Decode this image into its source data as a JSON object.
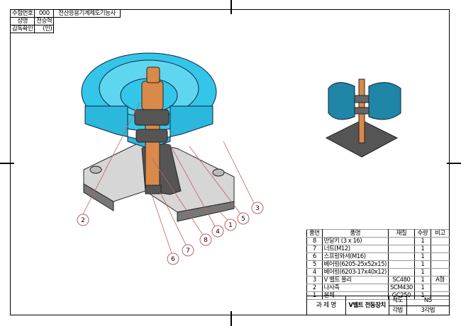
{
  "info_block": {
    "exam_no_label": "수험번호",
    "exam_no": "000",
    "exam_title": "전산응용기계제도기능사",
    "name_label": "성명",
    "name": "전승혁",
    "supervisor_label": "감독확인",
    "seal": "(인)"
  },
  "parts_list": {
    "headers": [
      "품번",
      "품명",
      "재질",
      "수량",
      "비고"
    ],
    "rows": [
      {
        "no": "8",
        "name": "반달키 (3 x 16)",
        "material": "",
        "qty": "1",
        "note": ""
      },
      {
        "no": "7",
        "name": "너트(M12)",
        "material": "",
        "qty": "1",
        "note": ""
      },
      {
        "no": "6",
        "name": "스프링와셔(M16)",
        "material": "",
        "qty": "1",
        "note": ""
      },
      {
        "no": "5",
        "name": "베어링(6205-25x52x15)",
        "material": "",
        "qty": "1",
        "note": ""
      },
      {
        "no": "4",
        "name": "베어링(6203-17x40x12)",
        "material": "",
        "qty": "1",
        "note": ""
      },
      {
        "no": "3",
        "name": "V 벨트 풀리",
        "material": "SC480",
        "qty": "1",
        "note": "A형"
      },
      {
        "no": "2",
        "name": "나사축",
        "material": "SCM430",
        "qty": "1",
        "note": ""
      },
      {
        "no": "1",
        "name": "본체",
        "material": "GC250",
        "qty": "1",
        "note": ""
      }
    ]
  },
  "title_block": {
    "project_label": "과 제 명",
    "project": "V벨트 전동장치",
    "scale_label": "척도",
    "scale": "NS",
    "projection_label": "각법",
    "projection": "3각법"
  },
  "balloons": [
    "2",
    "3",
    "5",
    "1",
    "4",
    "8",
    "7",
    "6"
  ],
  "colors": {
    "pulley": "#33c6e8",
    "shaft": "#d9894a",
    "body": "#d4d4d4",
    "bearing": "#555555",
    "leader": "#c06060"
  }
}
